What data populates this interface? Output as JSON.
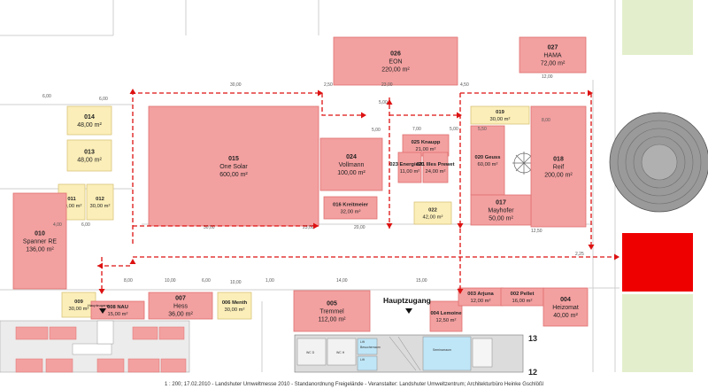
{
  "colors": {
    "red_booth": "#f3a0a0",
    "red_booth_stroke": "#e07070",
    "yellow_booth": "#fbeeb8",
    "yellow_booth_stroke": "#d9c47a",
    "route": "#dd1111",
    "green": "#e3efcc",
    "bright_red": "#ee0000",
    "dim": "#555555",
    "building_blue": "#bfe6f7"
  },
  "booths": [
    {
      "id": "026",
      "name": "EON",
      "area": "220,00 m²",
      "color": "red"
    },
    {
      "id": "027",
      "name": "HAMA",
      "area": "72,00 m²",
      "color": "red"
    },
    {
      "id": "014",
      "name": "",
      "area": "48,00 m²",
      "color": "yellow"
    },
    {
      "id": "013",
      "name": "",
      "area": "48,00 m²",
      "color": "yellow"
    },
    {
      "id": "011",
      "name": "",
      "area": "30,00 m²",
      "color": "yellow"
    },
    {
      "id": "012",
      "name": "",
      "area": "30,00 m²",
      "color": "yellow"
    },
    {
      "id": "015",
      "name": "One Solar",
      "area": "600,00 m²",
      "color": "red"
    },
    {
      "id": "024",
      "name": "Vollmann",
      "area": "100,00 m²",
      "color": "red"
    },
    {
      "id": "016",
      "name": "Kreitmeier",
      "area": "32,00 m²",
      "color": "red"
    },
    {
      "id": "025",
      "name": "Knaupp",
      "area": "21,00 m²",
      "color": "red"
    },
    {
      "id": "023",
      "name": "Energie2000",
      "area": "11,00 m²",
      "color": "red"
    },
    {
      "id": "021",
      "name": "Illes Prewet",
      "area": "24,00 m²",
      "color": "red"
    },
    {
      "id": "022",
      "name": "",
      "area": "42,00 m²",
      "color": "yellow"
    },
    {
      "id": "019",
      "name": "",
      "area": "30,00 m²",
      "color": "yellow"
    },
    {
      "id": "020",
      "name": "Geuss",
      "area": "60,00 m²",
      "color": "red"
    },
    {
      "id": "018",
      "name": "Reif",
      "area": "200,00 m²",
      "color": "red"
    },
    {
      "id": "017",
      "name": "Mayhofer",
      "area": "50,00 m²",
      "color": "red"
    },
    {
      "id": "010",
      "name": "Spanner RE",
      "area": "136,00 m²",
      "color": "red"
    },
    {
      "id": "009",
      "name": "",
      "area": "30,00 m²",
      "color": "yellow"
    },
    {
      "id": "008",
      "name": "NAU",
      "area": "15,00 m²",
      "color": "red"
    },
    {
      "id": "007",
      "name": "Hess",
      "area": "36,00 m²",
      "color": "red"
    },
    {
      "id": "006",
      "name": "Menth",
      "area": "30,00 m²",
      "color": "yellow"
    },
    {
      "id": "005",
      "name": "Tremmel",
      "area": "112,00 m²",
      "color": "red"
    },
    {
      "id": "004",
      "name": "Lemoine",
      "area": "12,50 m²",
      "color": "red"
    },
    {
      "id": "003",
      "name": "Arjuna",
      "area": "12,00 m²",
      "color": "red"
    },
    {
      "id": "002",
      "name": "Pellet",
      "area": "16,00 m²",
      "color": "red"
    },
    {
      "id": "004",
      "name": "Heizomat",
      "area": "40,00 m²",
      "color": "red"
    }
  ],
  "entrance_label": "Hauptzugang",
  "main_entrance_small": "Hauptzugang",
  "dimensions": [
    "30,00",
    "23,00",
    "12,00",
    "2,50",
    "4,50",
    "5,00",
    "7,00",
    "6,00",
    "20,00",
    "10,00",
    "1,00",
    "14,00",
    "15,00",
    "4,00",
    "8,00",
    "12,50",
    "2,25",
    "5,50"
  ],
  "building_numbers": [
    "13",
    "12"
  ],
  "building_labels": [
    "WC D",
    "WC H",
    "Lift",
    "Besucherraum",
    "Seminarraum"
  ],
  "caption": "1 : 200; 17.02.2010 - Landshuter Umweltmesse 2010 - Standanordnung Freigelände - Veranstalter: Landshuter Umweltzentrum; Architekturbüro Heinke Gschlößl"
}
